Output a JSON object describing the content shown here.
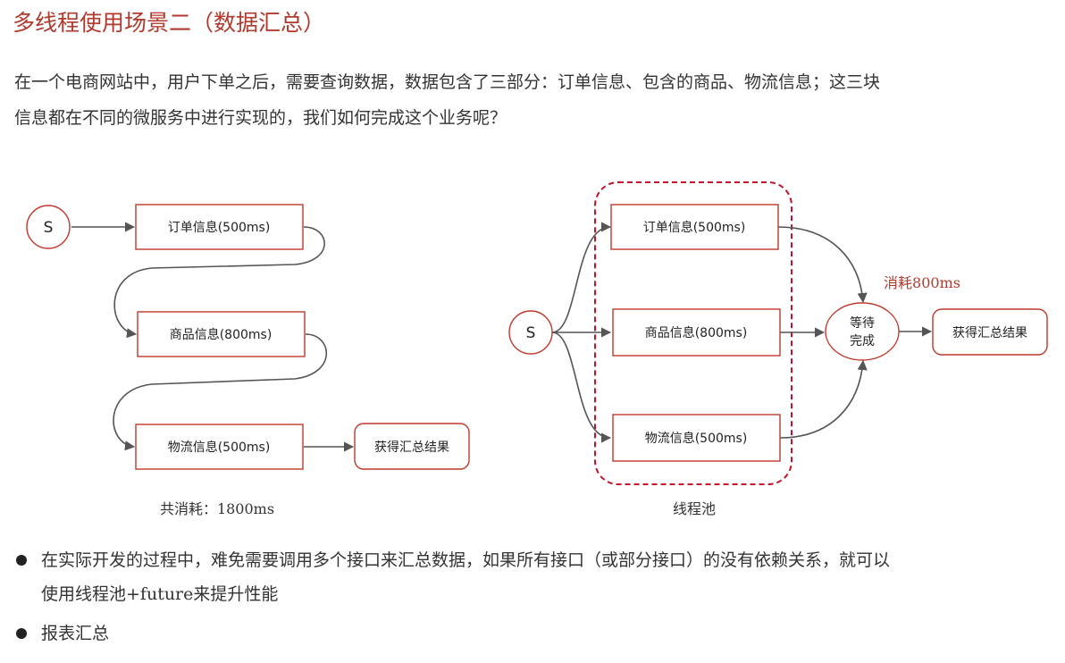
{
  "title": "多线程使用场景二（数据汇总）",
  "intro": {
    "line1": "在一个电商网站中，用户下单之后，需要查询数据，数据包含了三部分：订单信息、包含的商品、物流信息；这三块",
    "line2": "信息都在不同的微服务中进行实现的，我们如何完成这个业务呢？"
  },
  "left_diagram": {
    "start": "S",
    "step_order": "订单信息(500ms)",
    "step_goods": "商品信息(800ms)",
    "step_logistics": "物流信息(500ms)",
    "result": "获得汇总结果",
    "caption": "共消耗：1800ms"
  },
  "right_diagram": {
    "start": "S",
    "task_order": "订单信息(500ms)",
    "task_goods": "商品信息(800ms)",
    "task_logistics": "物流信息(500ms)",
    "wait_line1": "等待",
    "wait_line2": "完成",
    "result": "获得汇总结果",
    "cost": "消耗800ms",
    "pool_label": "线程池"
  },
  "bullets": [
    {
      "line1": "在实际开发的过程中，难免需要调用多个接口来汇总数据，如果所有接口（或部分接口）的没有依赖关系，就可以",
      "line2": "使用线程池+future来提升性能"
    },
    {
      "line1": "报表汇总",
      "line2": ""
    }
  ],
  "colors": {
    "accent": "#b03a2e",
    "pool_border": "#c0142b",
    "edge": "#555555"
  }
}
